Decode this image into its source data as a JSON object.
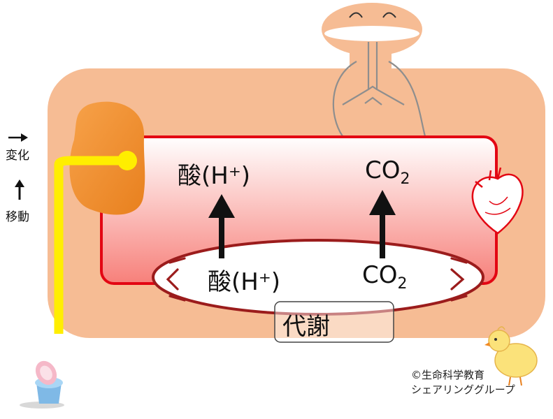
{
  "legend": {
    "change_label": "変化",
    "move_label": "移動"
  },
  "blood": {
    "acid_label": "酸(H⁺)",
    "co2_text": "CO",
    "co2_sub": "2"
  },
  "tissue": {
    "acid_label": "酸(H⁺)",
    "co2_text": "CO",
    "co2_sub": "2"
  },
  "metabolism_label": "代謝",
  "credit": {
    "line1": "©生命科学教育",
    "line2": "シェアリンググループ"
  },
  "colors": {
    "body_skin": "#f6bc94",
    "blood_red": "#e30613",
    "urine_yellow": "#ffee00",
    "kidney_orange": "#f08a24"
  }
}
